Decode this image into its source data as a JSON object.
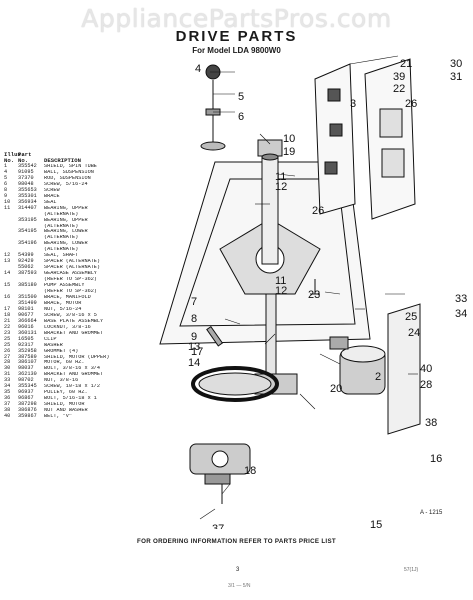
{
  "watermark": "AppliancePartsPros.com",
  "title": "DRIVE PARTS",
  "subtitle": "For Model LDA 9800W0",
  "table": {
    "headers": {
      "key": [
        "Illus.",
        "No."
      ],
      "part": [
        "Part",
        "No."
      ],
      "desc": "DESCRIPTION"
    },
    "rows": [
      [
        "1",
        "355542",
        "SHIELD, SPIN TUBE"
      ],
      [
        "4",
        "91095",
        "BALL, SUSPENSION"
      ],
      [
        "5",
        "37370",
        "ROD, SUSPENSION"
      ],
      [
        "6",
        "98048",
        "SCREW, 5/16-24"
      ],
      [
        "8",
        "355653",
        "SCREW"
      ],
      [
        "9",
        "355301",
        "BRACE"
      ],
      [
        "10",
        "356934",
        "SEAL"
      ],
      [
        "11",
        "314407",
        "BEARING, UPPER"
      ],
      [
        "",
        "",
        "(ALTERNATE)"
      ],
      [
        "",
        "353195",
        "BEARING, UPPER"
      ],
      [
        "",
        "",
        "(ALTERNATE)"
      ],
      [
        "",
        "354195",
        "BEARING, LOWER"
      ],
      [
        "",
        "",
        "(ALTERNATE)"
      ],
      [
        "",
        "354196",
        "BEARING, LOWER"
      ],
      [
        "",
        "",
        "(ALTERNATE)"
      ],
      [
        "12",
        "54399",
        "SEAL, SHAFT"
      ],
      [
        "13",
        "92429",
        "SPACER (ALTERNATE)"
      ],
      [
        "",
        "55062",
        "SPACER (ALTERNATE)"
      ],
      [
        "14",
        "387593",
        "GEARCASE ASSEMBLY"
      ],
      [
        "",
        "",
        "(REFER TO SP-362)"
      ],
      [
        "15",
        "385180",
        "PUMP ASSEMBLY"
      ],
      [
        "",
        "",
        "(REFER TO SP-362)"
      ],
      [
        "16",
        "351500",
        "BRACE, MANIFOLD"
      ],
      [
        "",
        "351499",
        "BRACE, MOTOR"
      ],
      [
        "17",
        "98101",
        "NUT, 5/16-24"
      ],
      [
        "18",
        "90677",
        "SCREW, 3/8-16 x 5"
      ],
      [
        "21",
        "366664",
        "BASE PLATE ASSEMBLY"
      ],
      [
        "22",
        "96016",
        "LOCKNUT, 3/8-16"
      ],
      [
        "23",
        "360131",
        "BRACKET AND GROMMET"
      ],
      [
        "25",
        "16505",
        "CLIP"
      ],
      [
        "25",
        "92317",
        "WASHER"
      ],
      [
        "26",
        "352958",
        "GROMMET (4)"
      ],
      [
        "27",
        "387589",
        "SHIELD, MOTOR (UPPER)"
      ],
      [
        "28",
        "386107",
        "MOTOR, 60 HZ."
      ],
      [
        "30",
        "98037",
        "BOLT, 3/8-16 x 3/4"
      ],
      [
        "31",
        "362130",
        "BRACKET AND GROMMET"
      ],
      [
        "33",
        "98702",
        "NUT, 3/8-16"
      ],
      [
        "34",
        "355345",
        "SCREW, 10-18 x 1/2"
      ],
      [
        "35",
        "96937",
        "PULLEY, 60 HZ."
      ],
      [
        "36",
        "96867",
        "BOLT, 5/16-18 x 1"
      ],
      [
        "37",
        "387298",
        "SHIELD, MOTOR"
      ],
      [
        "38",
        "386876",
        "NUT AND WASHER"
      ],
      [
        "40",
        "359867",
        "BELT, \"V\""
      ]
    ]
  },
  "callouts": [
    "21",
    "39",
    "22",
    "30",
    "31",
    "26",
    "3",
    "4",
    "5",
    "6",
    "10",
    "19",
    "11",
    "12",
    "26",
    "11",
    "12",
    "7",
    "8",
    "9",
    "17",
    "23",
    "33",
    "34",
    "25",
    "24",
    "2",
    "13",
    "14",
    "40",
    "28",
    "38",
    "20",
    "16",
    "18",
    "15",
    "37"
  ],
  "figure_ref": "A - 1215",
  "footer_note": "FOR ORDERING INFORMATION REFER TO PARTS PRICE LIST",
  "page_number": "3",
  "code_right": "57(1J)",
  "code_bottom": "3/1 — 5/N"
}
